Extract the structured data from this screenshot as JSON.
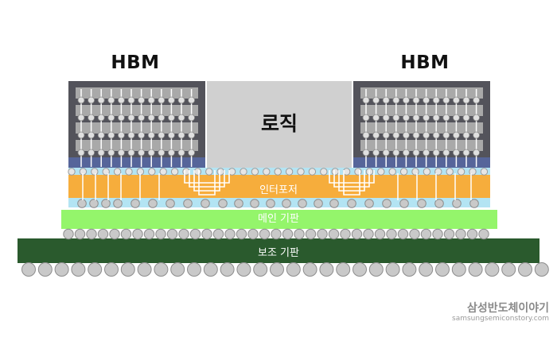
{
  "labels": {
    "hbm_left": "HBM",
    "hbm_right": "HBM",
    "logic": "로직",
    "interposer": "인터포저",
    "main_board": "메인 기판",
    "sub_board": "보조 기판"
  },
  "watermark": {
    "korean": "삼성반도체이야기",
    "url": "samsungsemiconstory.com"
  },
  "colors": {
    "hbm_frame": "#53535b",
    "dram_die": "#a9a9a9",
    "logic_die": "#d0d0d0",
    "interposer": "#f6ad3c",
    "interposer_top": "#b3e4f3",
    "main_board": "#94f56b",
    "sub_board": "#2a5a2d",
    "solder_ball": "#c9c9c9"
  }
}
